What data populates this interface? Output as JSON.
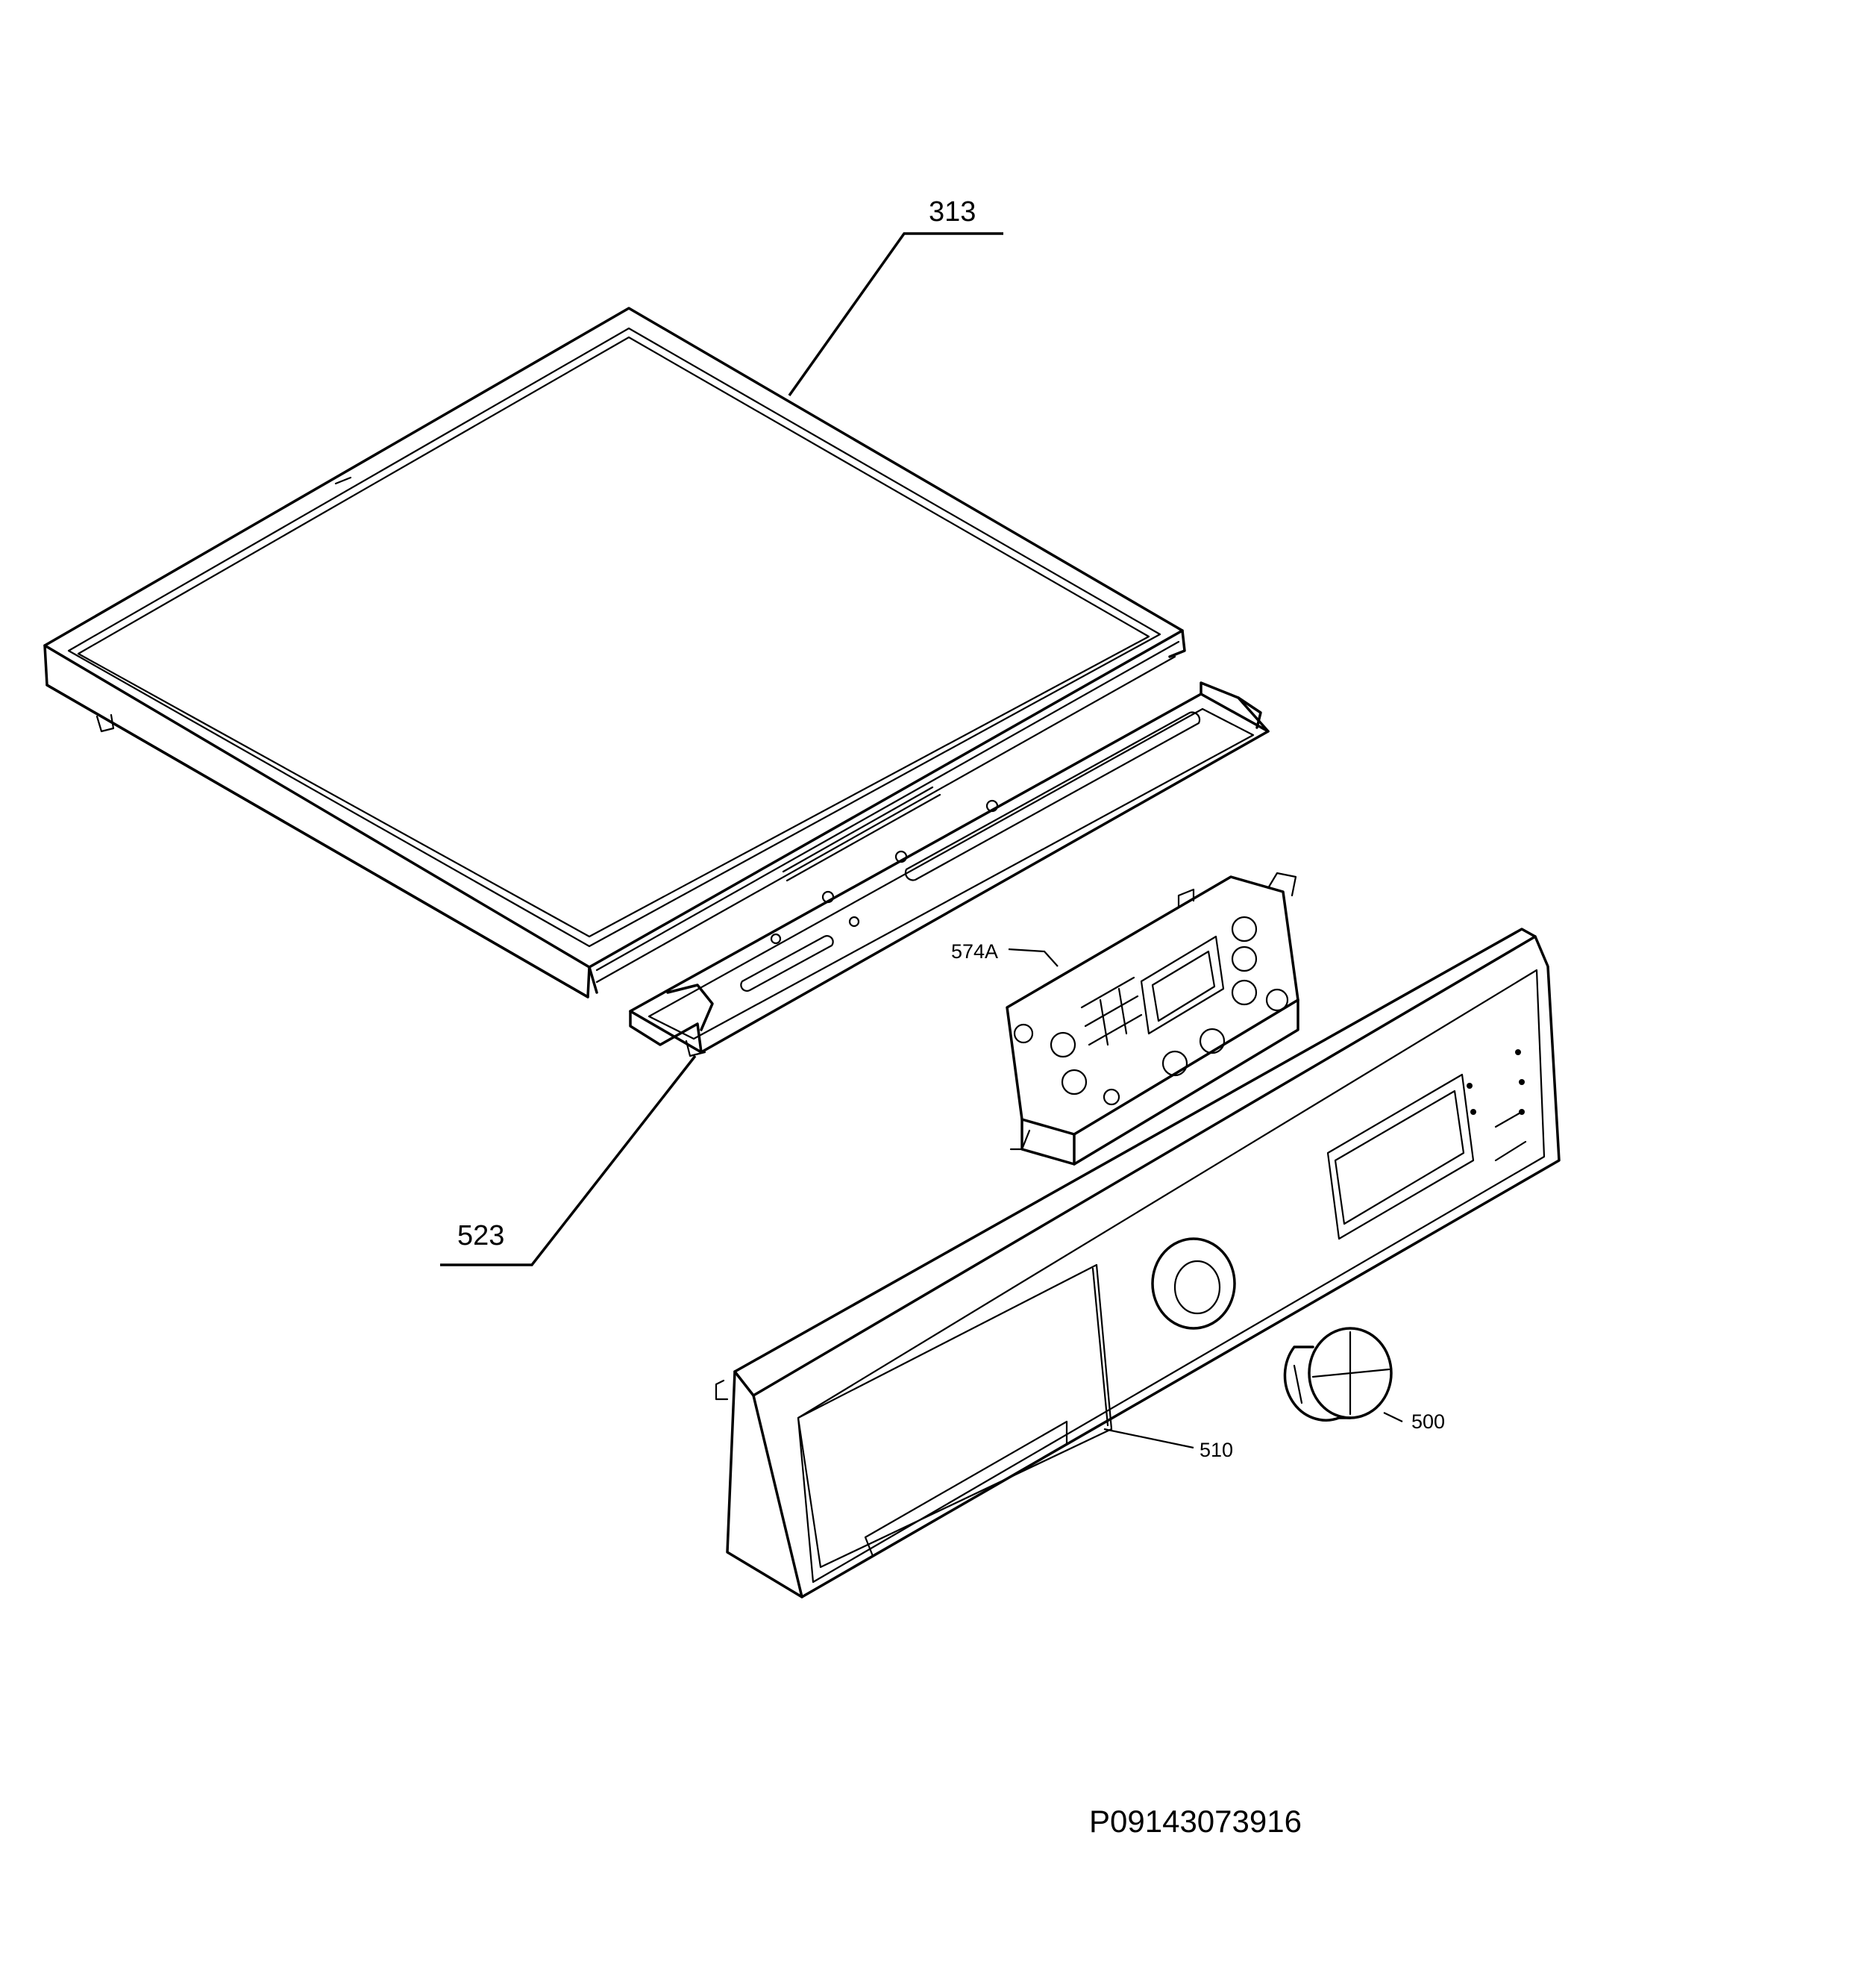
{
  "callouts": {
    "lid": "313",
    "rail": "523",
    "pcb_holder": "574A",
    "knob": "500",
    "control_panel": "510"
  },
  "reference_code": "P09143073916"
}
